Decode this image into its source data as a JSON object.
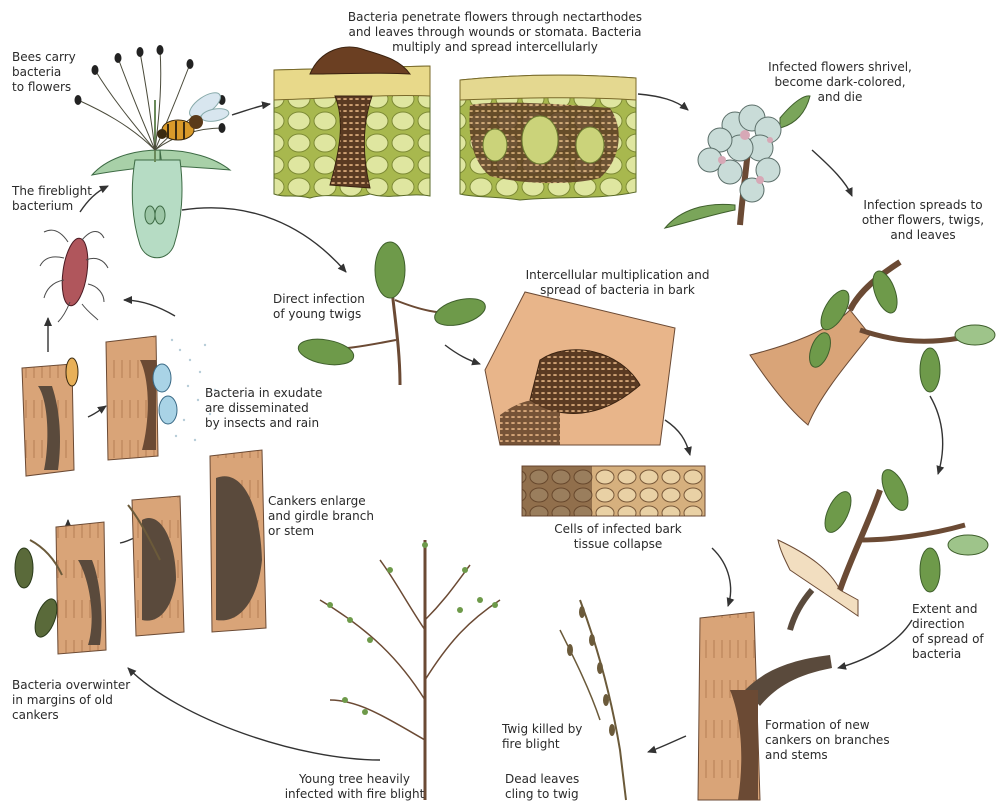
{
  "labels": {
    "bees_carry": "Bees carry\nbacteria\nto flowers",
    "penetrate": "Bacteria penetrate flowers through nectarthodes\nand leaves through wounds or stomata. Bacteria\nmultiply and spread intercellularly",
    "flowers_shrivel": "Infected flowers shrivel,\nbecome dark-colored,\nand die",
    "fireblight_bacterium": "The fireblight\nbacterium",
    "infection_spreads": "Infection spreads to\nother flowers, twigs,\nand leaves",
    "intercellular_bark": "Intercellular multiplication and\nspread of bacteria in bark",
    "direct_infection": "Direct infection\nof young twigs",
    "exudate": "Bacteria in exudate\nare disseminated\nby insects and rain",
    "cells_collapse": "Cells of infected bark\ntissue collapse",
    "cankers_enlarge": "Cankers enlarge\nand girdle branch\nor stem",
    "extent_direction": "Extent and\ndirection\nof spread of\nbacteria",
    "overwinter": "Bacteria overwinter\nin margins of old\ncankers",
    "twig_killed": "Twig killed by\nfire blight",
    "new_cankers": "Formation of new\ncankers on branches\nand stems",
    "young_tree": "Young tree heavily\ninfected with fire blight",
    "dead_leaves": "Dead leaves\ncling to twig"
  },
  "colors": {
    "bark": "#d9a478",
    "bark_dark": "#6b4a34",
    "canker": "#5a4a3c",
    "leaf": "#6e9a4a",
    "leaf_dark": "#3f5f2c",
    "flower": "#c9dcd8",
    "tissue_green": "#cdd77a",
    "tissue_brown": "#7a4a2a",
    "tissue_dark": "#3e2a1a",
    "cell_tan": "#e8b58a",
    "arrow": "#333333"
  }
}
